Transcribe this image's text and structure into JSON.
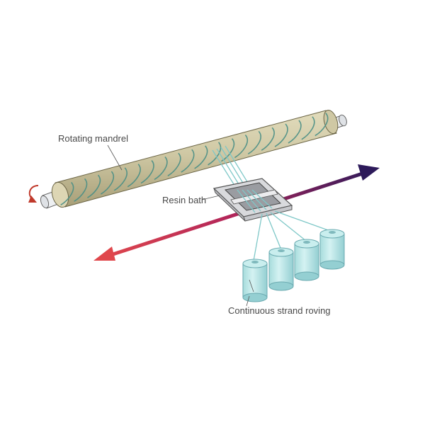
{
  "labels": {
    "mandrel": "Rotating mandrel",
    "resin_bath": "Resin bath",
    "roving": "Continuous strand roving"
  },
  "colors": {
    "mandrel_body": "#cfc8a4",
    "mandrel_stripe": "#b8b08a",
    "fiber_wrap": "#4a8f86",
    "fiber_strand": "#7fc8c8",
    "bobbin": "#b8e6e6",
    "bobbin_edge": "#6aaab0",
    "bath_frame": "#d9dadd",
    "bath_edge": "#555555",
    "arrow_left": "#e0474c",
    "arrow_right": "#2d1a5a",
    "rotation_arrow": "#c0392b"
  },
  "icons": {
    "rotation": "rotation-arrow-icon",
    "traverse": "double-headed-arrow-icon"
  },
  "bobbin_count": 4
}
